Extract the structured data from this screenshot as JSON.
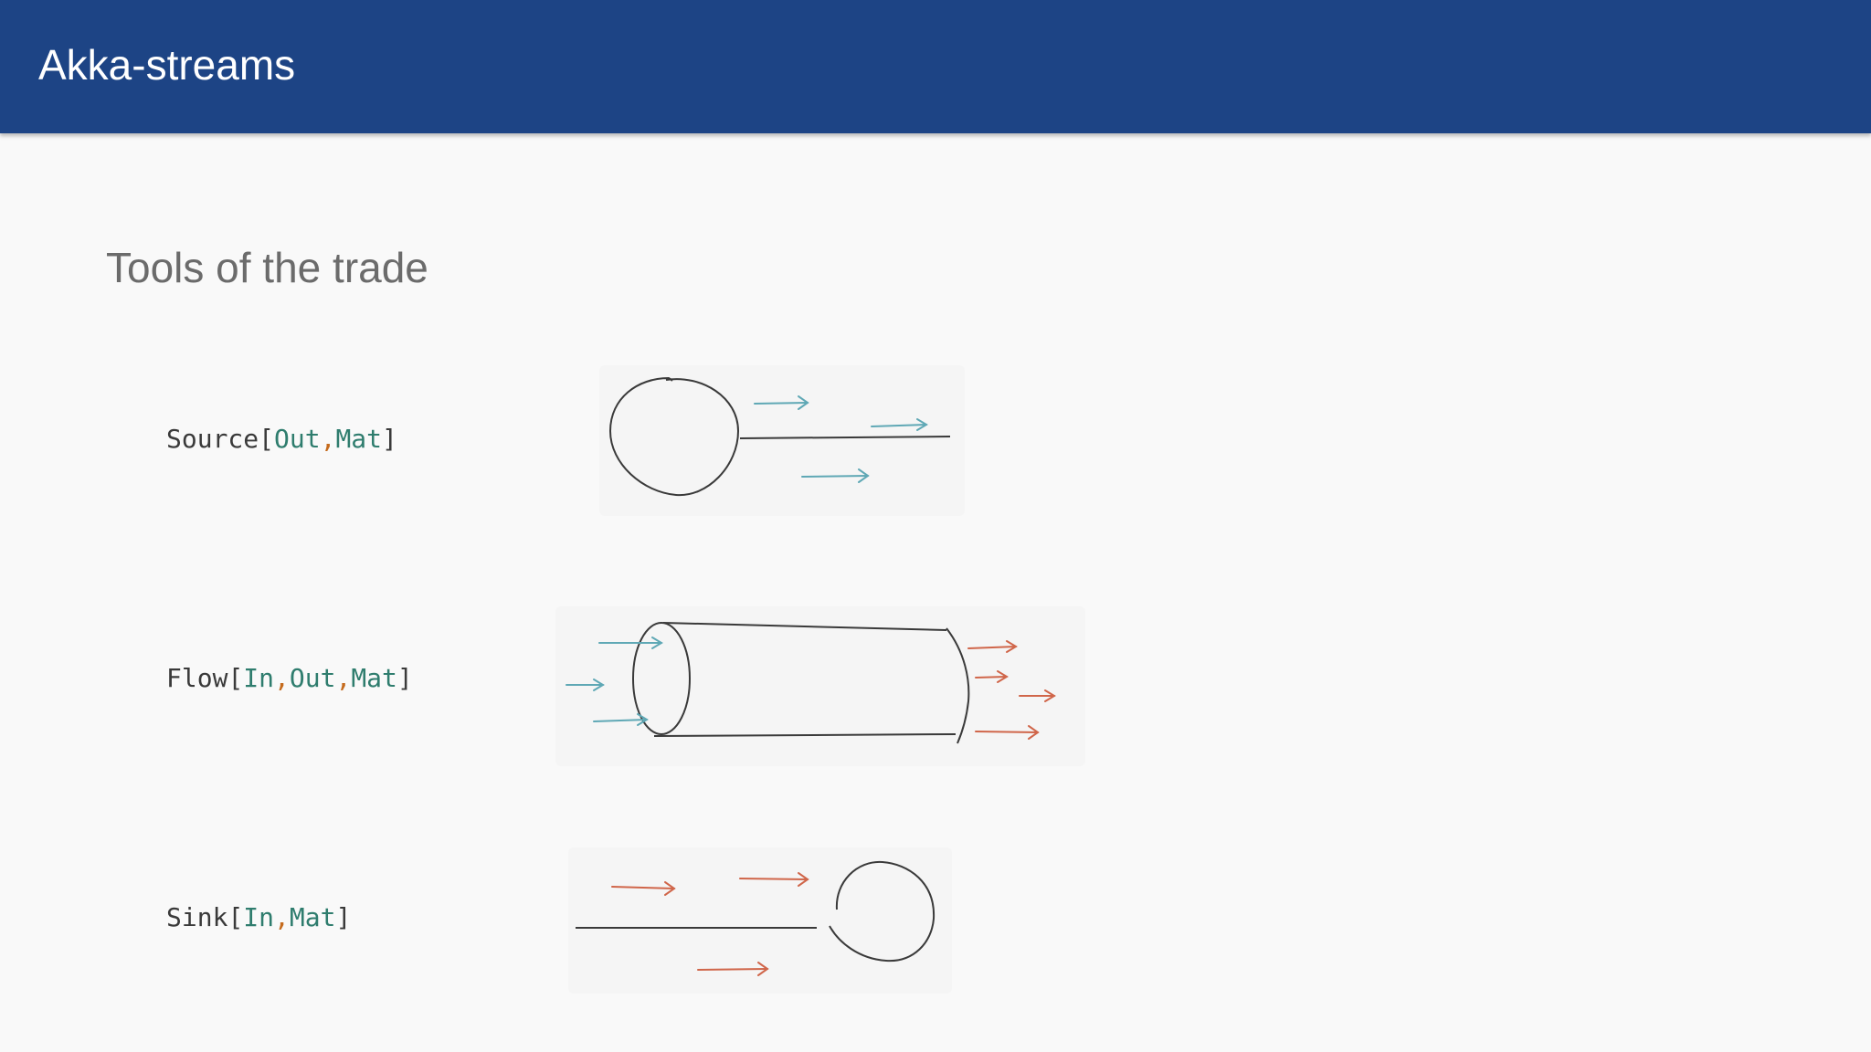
{
  "header": {
    "title": "Akka-streams"
  },
  "slide": {
    "subtitle": "Tools of the trade"
  },
  "signatures": {
    "source": {
      "name": "Source",
      "open": "[",
      "params": [
        "Out",
        "Mat"
      ],
      "sep": ",",
      "close": "]"
    },
    "flow": {
      "name": "Flow",
      "open": "[",
      "params": [
        "In",
        "Out",
        "Mat"
      ],
      "sep": ",",
      "close": "]"
    },
    "sink": {
      "name": "Sink",
      "open": "[",
      "params": [
        "In",
        "Mat"
      ],
      "sep": ",",
      "close": "]"
    }
  },
  "colors": {
    "header_bg": "#1d4485",
    "background": "#f9f9f9",
    "type_param": "#2f7d6e",
    "separator": "#c56b1d",
    "inflow_arrow": "#5fa8b5",
    "outflow_arrow": "#d0664a",
    "sketch_line": "#333333"
  },
  "sketches": {
    "source": "source-sketch-icon",
    "flow": "flow-pipe-sketch-icon",
    "sink": "sink-sketch-icon"
  }
}
